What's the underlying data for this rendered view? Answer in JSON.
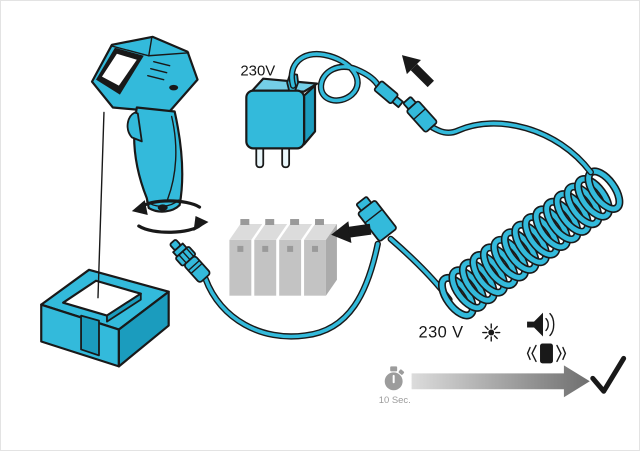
{
  "diagram": {
    "type": "device-setup-instruction",
    "labels": {
      "adapter_voltage": "230V",
      "power_voltage": "230 V",
      "timer": "10 Sec."
    },
    "icons": [
      "rotate-arrows-icon",
      "insert-battery-arrow-icon",
      "connect-plug-arrow-icon",
      "sun-brightness-icon",
      "speaker-beep-icon",
      "vibration-icon",
      "stopwatch-icon",
      "duration-gradient-arrow",
      "checkmark-icon"
    ],
    "colors": {
      "device_fill": "#33BADB",
      "device_fill_light": "#74CEE6",
      "device_fill_dark": "#1B9CBE",
      "outline": "#191919",
      "battery_front": "#C3C3C3",
      "battery_top": "#DCDCDC",
      "battery_side": "#ABABAB",
      "battery_mark": "#9A9A9A",
      "muted_gray": "#9C9C9C",
      "arrow_grad_start": "#DCDCDC",
      "arrow_grad_end": "#6F6F6F"
    }
  }
}
